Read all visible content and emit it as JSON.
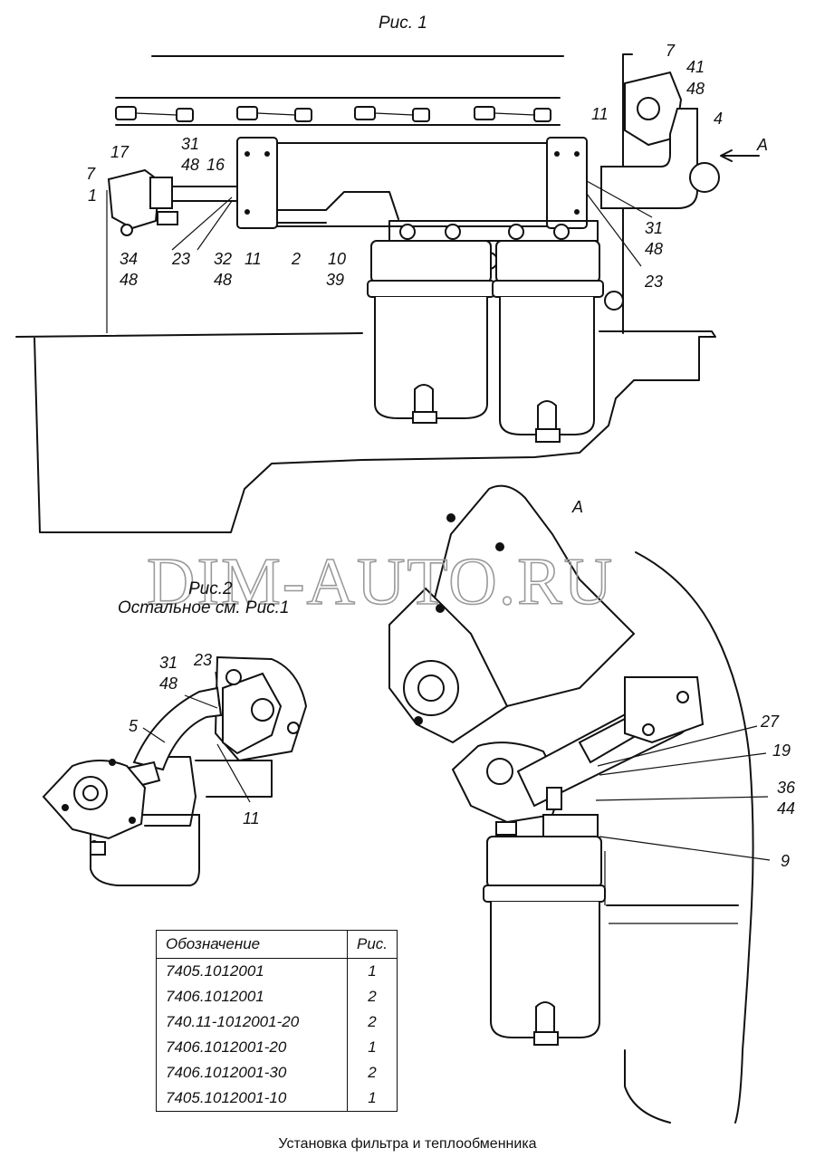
{
  "figure1": {
    "title": "Рис. 1",
    "callouts": [
      "7",
      "41",
      "48",
      "4",
      "11",
      "31",
      "48",
      "17",
      "7",
      "1",
      "16",
      "23",
      "34",
      "48",
      "32",
      "48",
      "11",
      "2",
      "10",
      "39",
      "A",
      "31",
      "48",
      "23"
    ]
  },
  "view_a": {
    "label": "A"
  },
  "watermark": "DIM-AUTO.RU",
  "figure2": {
    "title": "Рис.2",
    "note": "Остальное см. Рис.1",
    "callouts": [
      "31",
      "48",
      "23",
      "5",
      "11"
    ]
  },
  "view_a_callouts": [
    "27",
    "19",
    "36",
    "44",
    "9"
  ],
  "parts_table": {
    "headers": [
      "Обозначение",
      "Рис."
    ],
    "rows": [
      [
        "7405.1012001",
        "1"
      ],
      [
        "7406.1012001",
        "2"
      ],
      [
        "740.11-1012001-20",
        "2"
      ],
      [
        "7406.1012001-20",
        "1"
      ],
      [
        "7406.1012001-30",
        "2"
      ],
      [
        "7405.1012001-10",
        "1"
      ]
    ]
  },
  "caption": "Установка фильтра и теплообменника"
}
